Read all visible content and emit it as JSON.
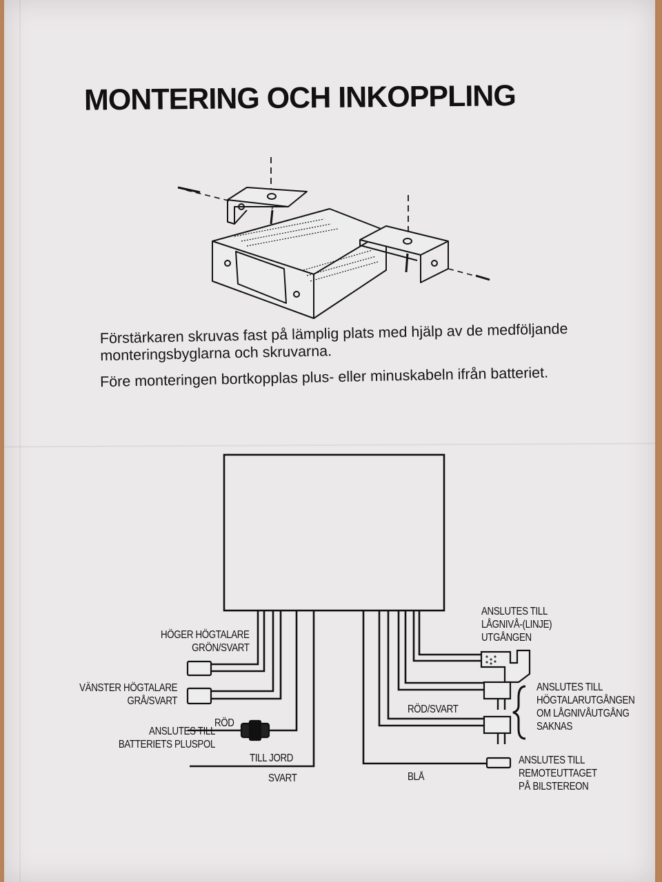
{
  "document": {
    "title": "MONTERING OCH INKOPPLING",
    "paragraph1": "Förstärkaren skruvas fast på lämplig plats med hjälp av de medföljande monteringsbyglarna och skruvarna.",
    "paragraph2": "Före monteringen bortkopplas plus- eller minuskabeln ifrån batteriet."
  },
  "wiring": {
    "right_speaker_line1": "HÖGER HÖGTALARE",
    "right_speaker_line2": "GRÖN/SVART",
    "left_speaker_line1": "VÄNSTER HÖGTALARE",
    "left_speaker_line2": "GRÅ/SVART",
    "red_wire": "RÖD",
    "battery_line1": "ANSLUTES TILL",
    "battery_line2": "BATTERIETS PLUSPOL",
    "ground_line1": "TILL JORD",
    "ground_line2": "SVART",
    "blue_wire": "BLÅ",
    "red_black_wire": "RÖD/SVART",
    "line_out_line1": "ANSLUTES TILL",
    "line_out_line2": "LÅGNIVÅ-(LINJE)",
    "line_out_line3": "UTGÅNGEN",
    "speaker_out_line1": "ANSLUTES TILL",
    "speaker_out_line2": "HÖGTALARUTGÅNGEN",
    "speaker_out_line3": "OM LÅGNIVÅUTGÅNG",
    "speaker_out_line4": "SAKNAS",
    "remote_line1": "ANSLUTES TILL",
    "remote_line2": "REMOTEUTTAGET",
    "remote_line3": "PÅ BILSTEREON"
  }
}
